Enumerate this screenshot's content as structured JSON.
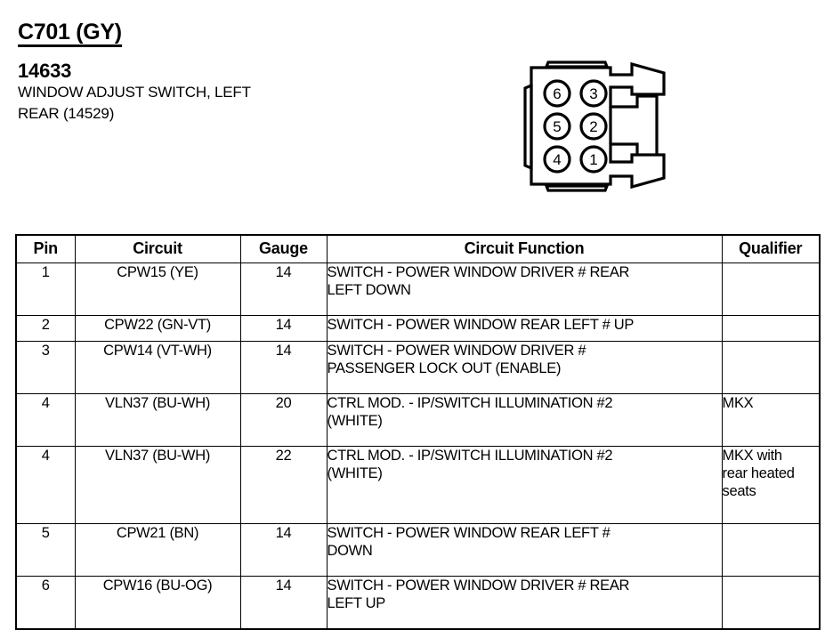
{
  "header": {
    "connector_id": "C701 (GY)",
    "part_number": "14633",
    "description_line1": "WINDOW ADJUST SWITCH, LEFT",
    "description_line2": "REAR (14529)"
  },
  "connector": {
    "pins": [
      "6",
      "3",
      "5",
      "2",
      "4",
      "1"
    ],
    "pin_top_left": "6",
    "pin_top_right": "3",
    "pin_mid_left": "5",
    "pin_mid_right": "2",
    "pin_bottom_left": "4",
    "pin_bottom_right": "1"
  },
  "table": {
    "columns": [
      "Pin",
      "Circuit",
      "Gauge",
      "Circuit Function",
      "Qualifier"
    ],
    "rows": [
      {
        "pin": "1",
        "circuit": "CPW15 (YE)",
        "gauge": "14",
        "function_line1": "SWITCH - POWER WINDOW DRIVER # REAR",
        "function_line2": "LEFT DOWN",
        "qualifier_line1": "",
        "qualifier_line2": "",
        "qualifier_line3": ""
      },
      {
        "pin": "2",
        "circuit": "CPW22 (GN-VT)",
        "gauge": "14",
        "function_line1": "SWITCH - POWER WINDOW REAR LEFT # UP",
        "function_line2": "",
        "qualifier_line1": "",
        "qualifier_line2": "",
        "qualifier_line3": ""
      },
      {
        "pin": "3",
        "circuit": "CPW14 (VT-WH)",
        "gauge": "14",
        "function_line1": "SWITCH - POWER WINDOW DRIVER #",
        "function_line2": "PASSENGER LOCK OUT (ENABLE)",
        "qualifier_line1": "",
        "qualifier_line2": "",
        "qualifier_line3": ""
      },
      {
        "pin": "4",
        "circuit": "VLN37 (BU-WH)",
        "gauge": "20",
        "function_line1": "CTRL MOD. - IP/SWITCH ILLUMINATION #2",
        "function_line2": "(WHITE)",
        "qualifier_line1": "MKX",
        "qualifier_line2": "",
        "qualifier_line3": ""
      },
      {
        "pin": "4",
        "circuit": "VLN37 (BU-WH)",
        "gauge": "22",
        "function_line1": "CTRL MOD. - IP/SWITCH ILLUMINATION #2",
        "function_line2": "(WHITE)",
        "qualifier_line1": "MKX with",
        "qualifier_line2": "rear heated",
        "qualifier_line3": "seats"
      },
      {
        "pin": "5",
        "circuit": "CPW21 (BN)",
        "gauge": "14",
        "function_line1": "SWITCH - POWER WINDOW REAR LEFT #",
        "function_line2": "DOWN",
        "qualifier_line1": "",
        "qualifier_line2": "",
        "qualifier_line3": ""
      },
      {
        "pin": "6",
        "circuit": "CPW16 (BU-OG)",
        "gauge": "14",
        "function_line1": "SWITCH - POWER WINDOW DRIVER # REAR",
        "function_line2": "LEFT UP",
        "qualifier_line1": "",
        "qualifier_line2": "",
        "qualifier_line3": ""
      }
    ]
  },
  "colors": {
    "ink": "#000000",
    "paper": "#ffffff"
  }
}
